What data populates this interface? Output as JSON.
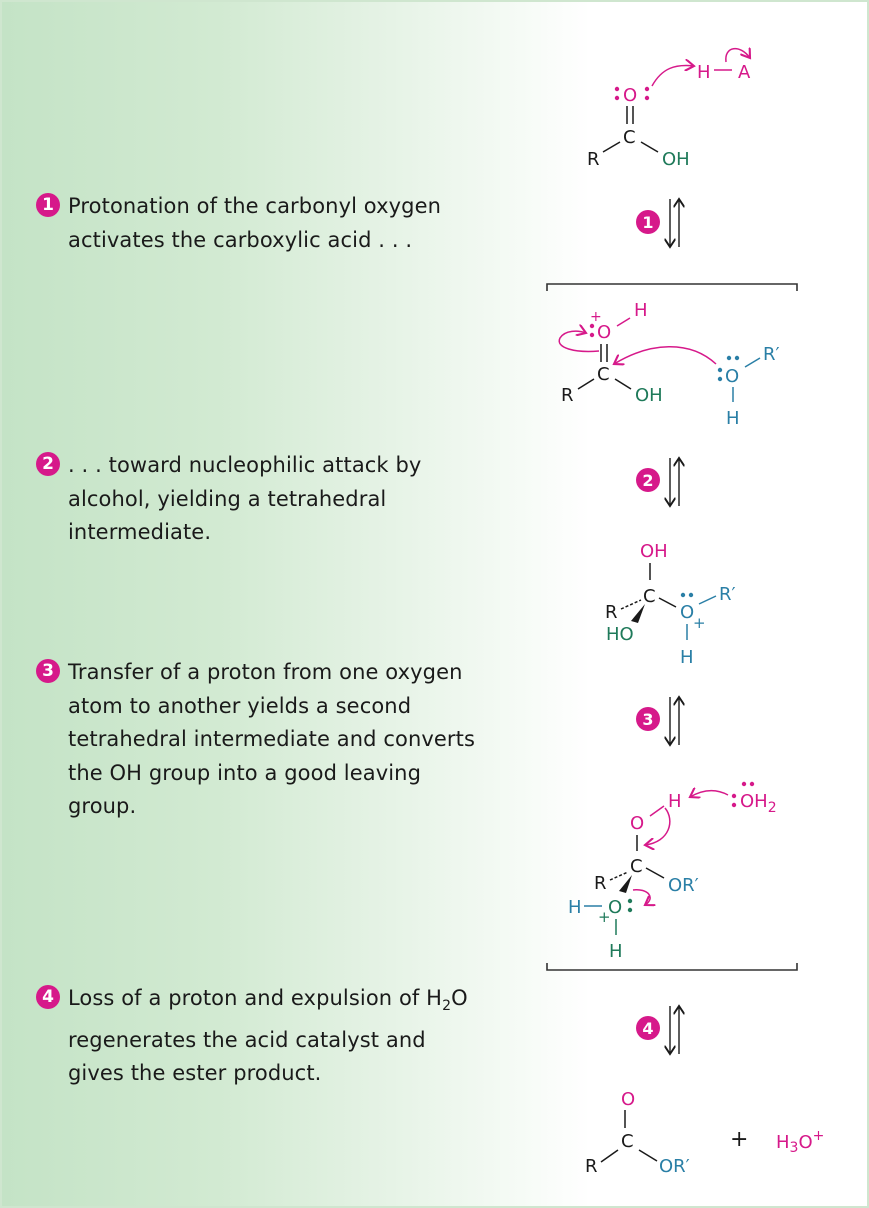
{
  "colors": {
    "magenta": "#d6198a",
    "teal": "#2a7fa6",
    "green": "#1f7a5a",
    "black": "#1a1a1a",
    "background_green": "#c4e3c6"
  },
  "steps": [
    {
      "number": "1",
      "lines": [
        "Protonation of the carbonyl oxygen",
        "activates the carboxylic acid . . ."
      ]
    },
    {
      "number": "2",
      "lines": [
        ". . . toward nucleophilic attack by",
        "alcohol, yielding a tetrahedral",
        "intermediate."
      ]
    },
    {
      "number": "3",
      "lines": [
        "Transfer of a proton from one oxygen",
        "atom to another yields a second",
        "tetrahedral intermediate and converts",
        "the OH group into a good leaving",
        "group."
      ]
    },
    {
      "number": "4",
      "lines_pre": "Loss of a proton and expulsion of H",
      "lines_sub": "2",
      "lines_post": "O",
      "lines": [
        "regenerates the acid catalyst and",
        "gives the ester product."
      ]
    }
  ],
  "structures": {
    "s0": {
      "O": "O",
      "C": "C",
      "R": "R",
      "OH": "OH",
      "H": "H",
      "A": "A"
    },
    "s1": {
      "O": "O",
      "plus": "+",
      "H": "H",
      "C": "C",
      "R": "R",
      "OH": "OH",
      "O_alc": "O",
      "Rp": "R′",
      "H_alc": "H"
    },
    "s2": {
      "OH_top": "OH",
      "C": "C",
      "R": "R",
      "HO": "HO",
      "O": "O",
      "plus": "+",
      "Rp": "R′",
      "H": "H"
    },
    "s3": {
      "O_top": "O",
      "H_top": "H",
      "OH2_O": "OH",
      "OH2_sub": "2",
      "C": "C",
      "R": "R",
      "ORp": "OR′",
      "H_left": "H",
      "O": "O",
      "plus": "+",
      "H_bot": "H"
    },
    "s4": {
      "O": "O",
      "C": "C",
      "R": "R",
      "ORp": "OR′",
      "plus_sign": "+",
      "H3O_H": "H",
      "H3O_sub": "3",
      "H3O_O": "O",
      "H3O_plus": "+"
    }
  }
}
